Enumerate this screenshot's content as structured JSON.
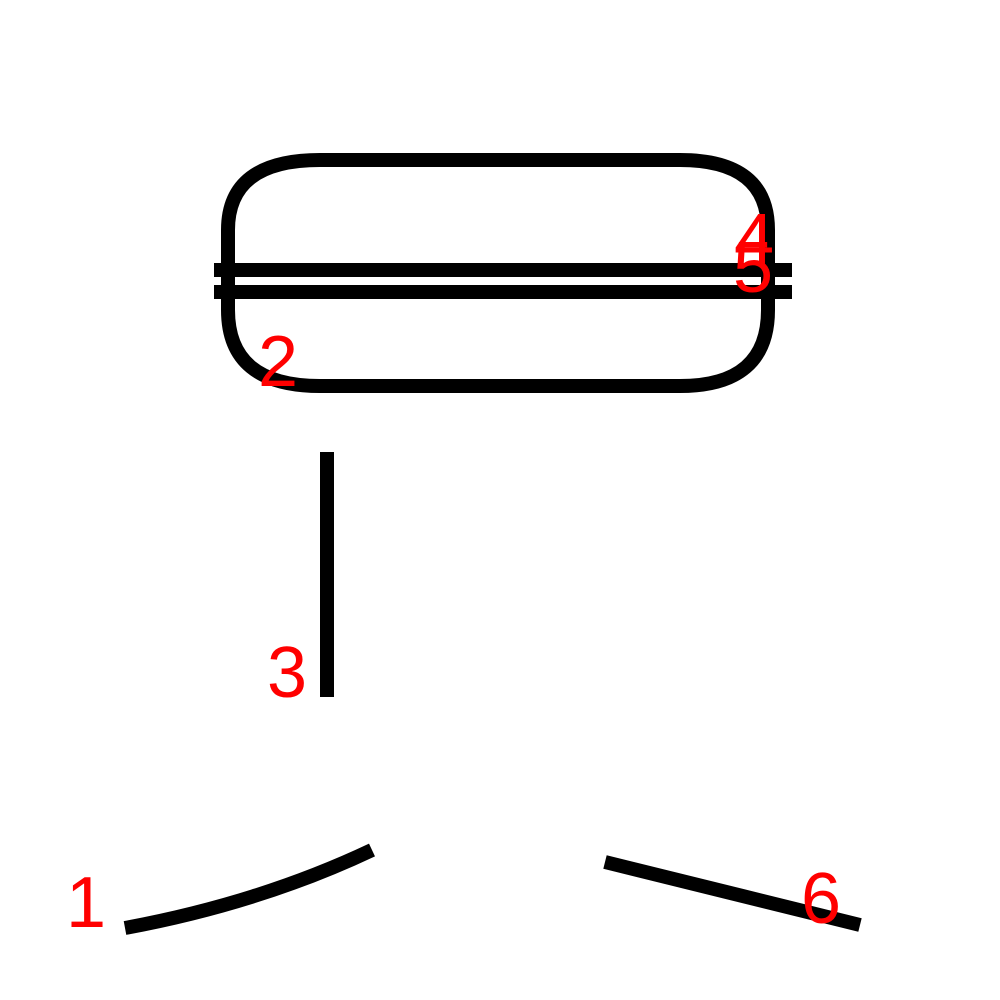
{
  "diagram": {
    "stroke_color": "#000000",
    "label_color": "#ff0000",
    "background": "#ffffff",
    "strokes": [
      {
        "id": "1",
        "label": "1",
        "shape": "curve"
      },
      {
        "id": "2",
        "label": "2",
        "shape": "rounded-rectangle"
      },
      {
        "id": "3",
        "label": "3",
        "shape": "vertical-line"
      },
      {
        "id": "4",
        "label": "4",
        "shape": "horizontal-line"
      },
      {
        "id": "5",
        "label": "5",
        "shape": "horizontal-line"
      },
      {
        "id": "6",
        "label": "6",
        "shape": "line"
      }
    ]
  }
}
